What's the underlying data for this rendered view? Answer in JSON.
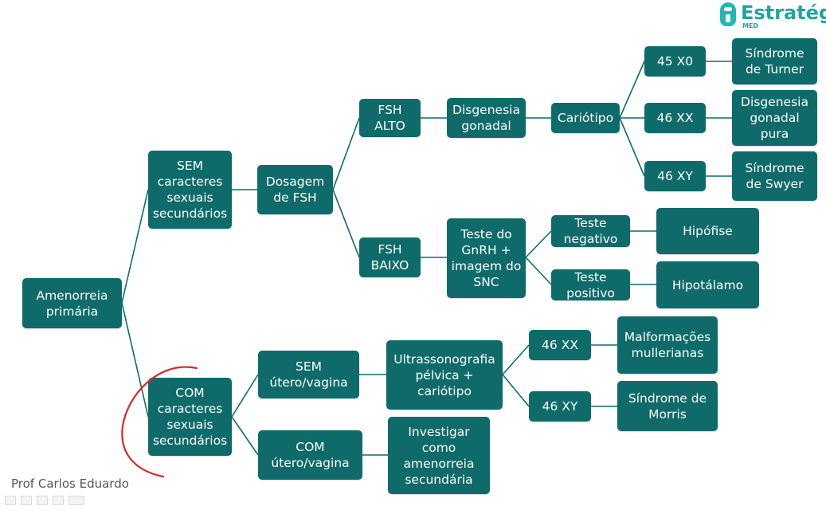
{
  "logo": {
    "name": "Estratégia",
    "sub": "MED"
  },
  "presenter": "Prof Carlos Eduardo",
  "colors": {
    "node_bg": "#0f6b6a",
    "accent": "#1fa59d",
    "annotation": "#d42a2a"
  },
  "nodes": {
    "amenorreia": "Amenorreia\nprimária",
    "sem_caracteres": "SEM\ncaracteres\nsexuais\nsecundários",
    "com_caracteres": "COM\ncaracteres\nsexuais\nsecundários",
    "dosagem_fsh": "Dosagem\nde FSH",
    "fsh_alto": "FSH\nALTO",
    "fsh_baixo": "FSH\nBAIXO",
    "disgenesia": "Disgenesia\ngonadal",
    "cariotipo": "Cariótipo",
    "k45x0": "45 X0",
    "k46xx_top": "46 XX",
    "k46xy_top": "46 XY",
    "turner": "Síndrome\nde Turner",
    "disgenesia_pura": "Disgenesia\ngonadal\npura",
    "swyer": "Síndrome\nde Swyer",
    "teste_gnrh": "Teste do\nGnRH +\nimagem do\nSNC",
    "teste_negativo": "Teste\nnegativo",
    "teste_positivo": "Teste\npositivo",
    "hipofise": "Hipófise",
    "hipotalamo": "Hipotálamo",
    "sem_utero": "SEM\nútero/vagina",
    "com_utero": "COM\nútero/vagina",
    "ultrassonografia": "Ultrassonografia\npélvica +\ncariótipo",
    "investigar": "Investigar\ncomo\namenorreia\nsecundária",
    "k46xx_bottom": "46 XX",
    "k46xy_bottom": "46 XY",
    "malformacoes": "Malformações\nmullerianas",
    "morris": "Síndrome de\nMorris"
  }
}
